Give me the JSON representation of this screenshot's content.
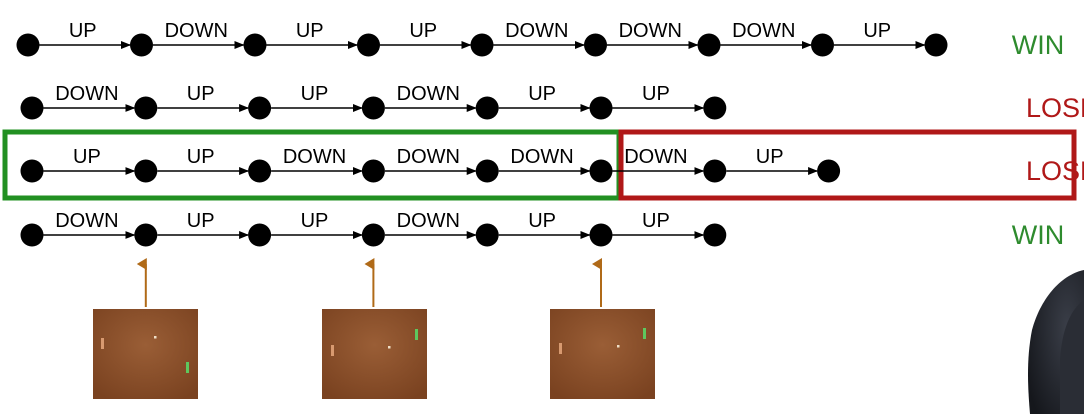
{
  "rows": [
    {
      "result": "WIN",
      "actions": [
        "UP",
        "DOWN",
        "UP",
        "UP",
        "DOWN",
        "DOWN",
        "DOWN",
        "UP"
      ]
    },
    {
      "result": "LOSE",
      "actions": [
        "DOWN",
        "UP",
        "UP",
        "DOWN",
        "UP",
        "UP"
      ]
    },
    {
      "result": "LOSE",
      "actions": [
        "UP",
        "UP",
        "DOWN",
        "DOWN",
        "DOWN",
        "DOWN",
        "UP"
      ]
    },
    {
      "result": "WIN",
      "actions": [
        "DOWN",
        "UP",
        "UP",
        "DOWN",
        "UP",
        "UP"
      ]
    }
  ],
  "colors": {
    "win": "#2e8b2e",
    "lose": "#b01818",
    "green_box": "#229022",
    "red_box": "#b01818",
    "arrow_up": "#b06a18",
    "frame_bg": "#8a4f2a"
  },
  "frames": [
    {
      "links_row": 3,
      "links_node": 1
    },
    {
      "links_row": 3,
      "links_node": 3
    },
    {
      "links_row": 3,
      "links_node": 5
    }
  ]
}
